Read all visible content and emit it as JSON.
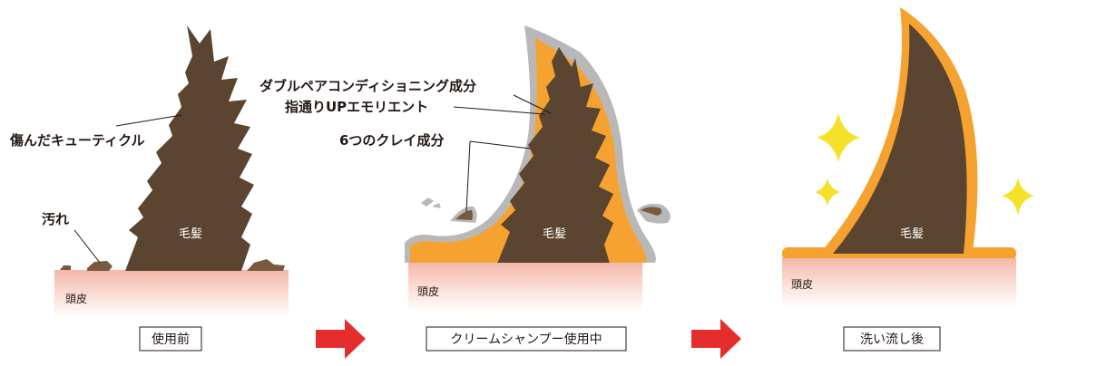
{
  "panels": [
    {
      "id": "before",
      "hair_label": "毛髪",
      "scalp_label": "頭皮",
      "caption": "使用前",
      "callouts": {
        "cuticle": "傷んだキューティクル",
        "dirt": "汚れ"
      }
    },
    {
      "id": "during",
      "hair_label": "毛髪",
      "scalp_label": "頭皮",
      "caption": "クリームシャンプー使用中",
      "callouts": {
        "conditioning": "ダブルペアコンディショニング成分",
        "emollient": "指通りUPエモリエント",
        "clay": "6つのクレイ成分"
      }
    },
    {
      "id": "after",
      "hair_label": "毛髪",
      "scalp_label": "頭皮",
      "caption": "洗い流し後"
    }
  ],
  "colors": {
    "hair": "#5b4530",
    "cream": "#f6a230",
    "clay_coat": "#b8b8b8",
    "sparkle": "#f5e12a",
    "arrow": "#e52d2d",
    "scalp_top": "#f4b7a8",
    "text": "#231815"
  },
  "icons": [
    "arrow-right-icon",
    "sparkle-icon"
  ]
}
